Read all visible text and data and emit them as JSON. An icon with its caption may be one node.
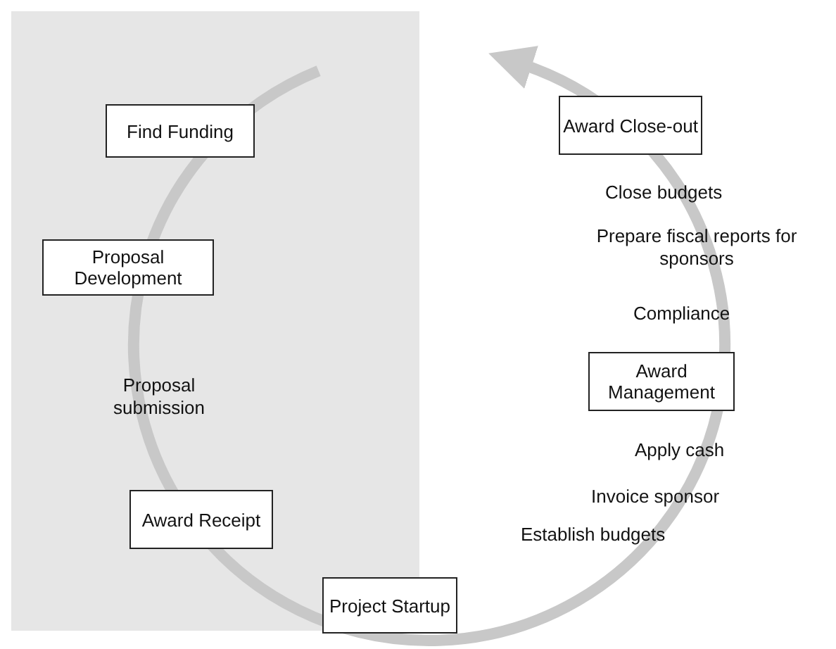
{
  "diagram": {
    "nodes": [
      {
        "text": [
          "Find Funding"
        ]
      },
      {
        "text": [
          "Proposal Development"
        ]
      },
      {
        "text": [
          "Award Receipt"
        ]
      },
      {
        "text": [
          "Project Startup"
        ]
      },
      {
        "text": [
          "Award Management"
        ]
      },
      {
        "text": [
          "Award Close-out"
        ]
      }
    ],
    "labels": [
      "Proposal submission",
      "Close budgets",
      "Prepare fiscal reports for sponsors",
      "Compliance",
      "Apply cash",
      "Invoice sponsor",
      "Establish budgets"
    ]
  }
}
